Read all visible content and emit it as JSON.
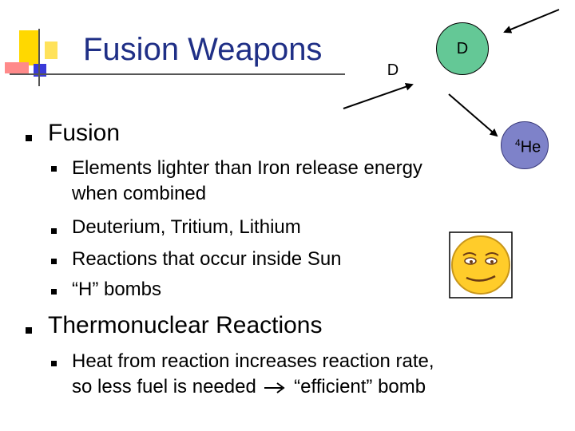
{
  "slide": {
    "title": "Fusion Weapons",
    "bullets": [
      {
        "text": "Fusion",
        "sub": [
          "Elements lighter than Iron release energy",
          "when combined",
          "Deuterium, Tritium, Lithium",
          "Reactions that occur inside Sun",
          "“H” bombs"
        ]
      },
      {
        "text": "Thermonuclear Reactions",
        "sub": [
          "Heat from reaction increases reaction rate,",
          "so less fuel is needed"
        ],
        "tail": "“efficient” bomb"
      }
    ]
  },
  "diagram": {
    "nucleus_left": "D",
    "nucleus_right": "D",
    "product_mass": "4",
    "product_symbol": "He"
  },
  "colors": {
    "title": "#1f2f86",
    "accent_yellow": "#ffd800",
    "accent_blue": "#3a3ad8",
    "accent_red": "#e33a3a",
    "nucleus_fill": "#64c896",
    "helium_fill": "#7e82c9",
    "smiley_fill": "#ffcc2a"
  },
  "icons": {
    "bullet": "square-bullet-icon",
    "arrow": "right-arrow-icon",
    "face": "smiley-face-icon"
  }
}
